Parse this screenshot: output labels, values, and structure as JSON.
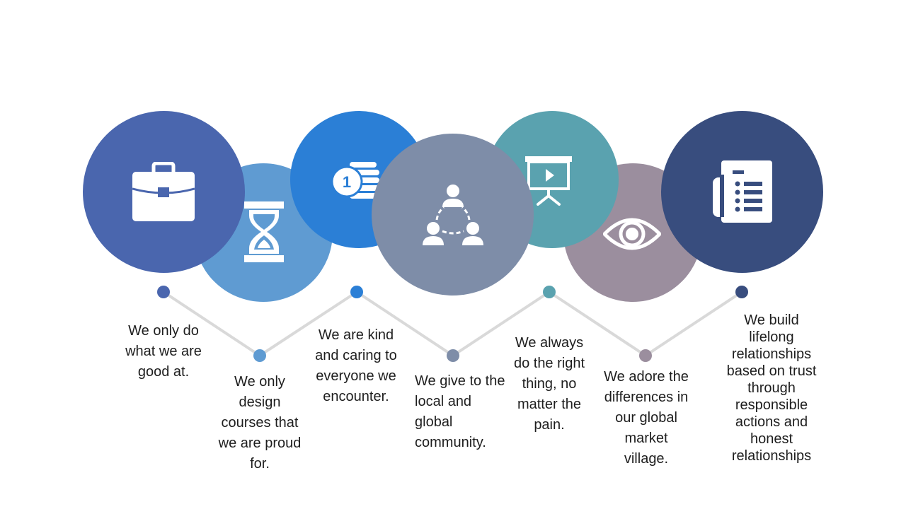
{
  "colors": {
    "briefcase": "#4A66AE",
    "hourglass": "#5F9BD2",
    "coins": "#2B7FD6",
    "community": "#7E8DA8",
    "presentation": "#5AA2AF",
    "eye": "#9B8E9E",
    "document": "#384D7E",
    "connector": "#D9D9D9"
  },
  "icons": [
    "briefcase-icon",
    "hourglass-icon",
    "coins-icon",
    "community-icon",
    "presentation-icon",
    "eye-icon",
    "document-icon"
  ],
  "coin_label": "1",
  "items": [
    {
      "text": "We only do what we are good at."
    },
    {
      "text": "We only design courses that we are proud for."
    },
    {
      "text": "We are kind and caring to everyone we encounter."
    },
    {
      "text": "We give to the local and global community."
    },
    {
      "text": "We always do the right thing, no matter the pain."
    },
    {
      "text": "We adore the differences in our global market village."
    },
    {
      "text": "We build lifelong relationships based on trust through responsible actions and honest relationships"
    }
  ]
}
